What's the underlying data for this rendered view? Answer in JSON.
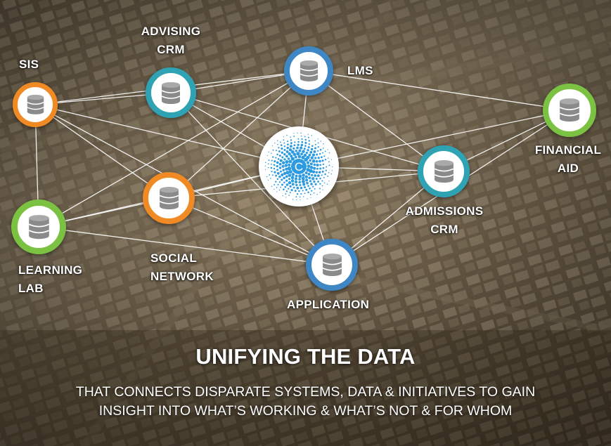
{
  "colors": {
    "orange": "#f08a24",
    "teal": "#2fa3b4",
    "blue": "#3f86c5",
    "green": "#7cc242",
    "hub_blue": "#2e9be0",
    "db_gray": "#8a8a8a"
  },
  "nodes": {
    "sis": {
      "label_lines": [
        "SIS"
      ],
      "ring": "orange"
    },
    "advising_crm": {
      "label_lines": [
        "ADVISING",
        "CRM"
      ],
      "ring": "teal"
    },
    "lms": {
      "label_lines": [
        "LMS"
      ],
      "ring": "blue"
    },
    "financial_aid": {
      "label_lines": [
        "FINANCIAL",
        "AID"
      ],
      "ring": "green"
    },
    "admissions_crm": {
      "label_lines": [
        "ADMISSIONS",
        "CRM"
      ],
      "ring": "teal"
    },
    "application": {
      "label_lines": [
        "APPLICATION"
      ],
      "ring": "blue"
    },
    "social_network": {
      "label_lines": [
        "SOCIAL",
        "NETWORK"
      ],
      "ring": "orange"
    },
    "learning_lab": {
      "label_lines": [
        "LEARNING",
        "LAB"
      ],
      "ring": "green"
    }
  },
  "hub": {
    "letter": "C",
    "icon": "dotted-c-logo"
  },
  "icons": {
    "node": "database-icon"
  },
  "headline": "UNIFYING THE DATA",
  "subline": [
    "THAT CONNECTS DISPARATE SYSTEMS, DATA & INITIATIVES TO GAIN",
    "INSIGHT INTO WHAT’S WORKING & WHAT’S NOT & FOR WHOM"
  ]
}
